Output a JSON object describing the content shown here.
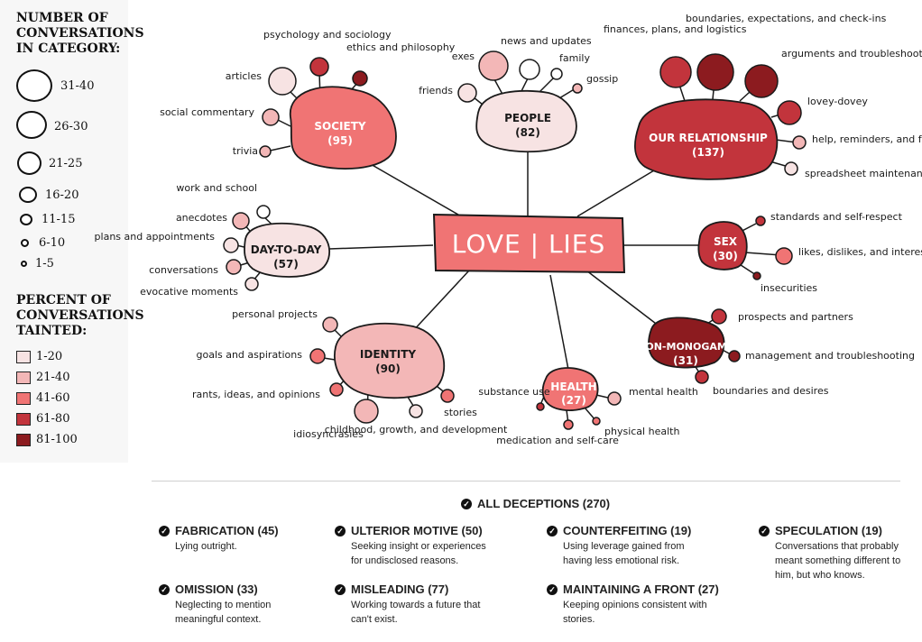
{
  "legend": {
    "size_title": "NUMBER OF CONVERSATIONS IN CATEGORY:",
    "sizes": [
      "31-40",
      "26-30",
      "21-25",
      "16-20",
      "11-15",
      "6-10",
      "1-5"
    ],
    "percent_title": "PERCENT OF CONVERSATIONS TAINTED:",
    "percents": [
      {
        "label": "1-20",
        "color": "#f7e3e3"
      },
      {
        "label": "21-40",
        "color": "#f3b7b7"
      },
      {
        "label": "41-60",
        "color": "#f07474"
      },
      {
        "label": "61-80",
        "color": "#c2343c"
      },
      {
        "label": "81-100",
        "color": "#8c1b1f"
      }
    ]
  },
  "center": {
    "title": "LOVE | LIES",
    "color": "#f07474"
  },
  "categories": {
    "society": {
      "name": "SOCIETY",
      "count": "(95)",
      "color": "#f07474",
      "subs": [
        "psychology and sociology",
        "ethics and philosophy",
        "articles",
        "social commentary",
        "trivia"
      ]
    },
    "people": {
      "name": "PEOPLE",
      "count": "(82)",
      "color": "#f7e3e3",
      "subs": [
        "news and updates",
        "exes",
        "family",
        "gossip",
        "friends"
      ]
    },
    "relationship": {
      "name": "OUR RELATIONSHIP",
      "count": "(137)",
      "color": "#c2343c",
      "subs": [
        "finances, plans, and logistics",
        "boundaries, expectations, and check-ins",
        "arguments and troubleshooting",
        "lovey-dovey",
        "help, reminders, and favors",
        "spreadsheet maintenance"
      ]
    },
    "daytoday": {
      "name": "DAY-TO-DAY",
      "count": "(57)",
      "color": "#f7e3e3",
      "subs": [
        "work and school",
        "anecdotes",
        "plans and appointments",
        "conversations",
        "evocative moments"
      ]
    },
    "sex": {
      "name": "SEX",
      "count": "(30)",
      "color": "#c2343c",
      "subs": [
        "standards and self-respect",
        "likes, dislikes, and interests",
        "insecurities"
      ]
    },
    "identity": {
      "name": "IDENTITY",
      "count": "(90)",
      "color": "#f3b7b7",
      "subs": [
        "personal projects",
        "goals and aspirations",
        "rants, ideas, and opinions",
        "idiosyncrasies",
        "childhood, growth, and development",
        "stories"
      ]
    },
    "health": {
      "name": "HEALTH",
      "count": "(27)",
      "color": "#f07474",
      "subs": [
        "substance use",
        "mental health",
        "medication and self-care",
        "physical health"
      ]
    },
    "nonmono": {
      "name": "NON-MONOGAMY",
      "count": "(31)",
      "color": "#8c1b1f",
      "subs": [
        "prospects and partners",
        "management and troubleshooting",
        "boundaries and desires"
      ]
    }
  },
  "deceptions": {
    "all": "ALL DECEPTIONS (270)",
    "items": [
      {
        "title": "FABRICATION (45)",
        "desc": "Lying outright."
      },
      {
        "title": "ULTERIOR MOTIVE (50)",
        "desc": "Seeking insight or experiences for undisclosed reasons."
      },
      {
        "title": "COUNTERFEITING (19)",
        "desc": "Using leverage gained from having less emotional risk."
      },
      {
        "title": "SPECULATION (19)",
        "desc": "Conversations that probably meant something different to him, but who knows."
      },
      {
        "title": "OMISSION (33)",
        "desc": "Neglecting to mention meaningful context."
      },
      {
        "title": "MISLEADING (77)",
        "desc": "Working towards a future that can't exist."
      },
      {
        "title": "MAINTAINING A FRONT (27)",
        "desc": "Keeping opinions consistent with stories."
      }
    ]
  }
}
